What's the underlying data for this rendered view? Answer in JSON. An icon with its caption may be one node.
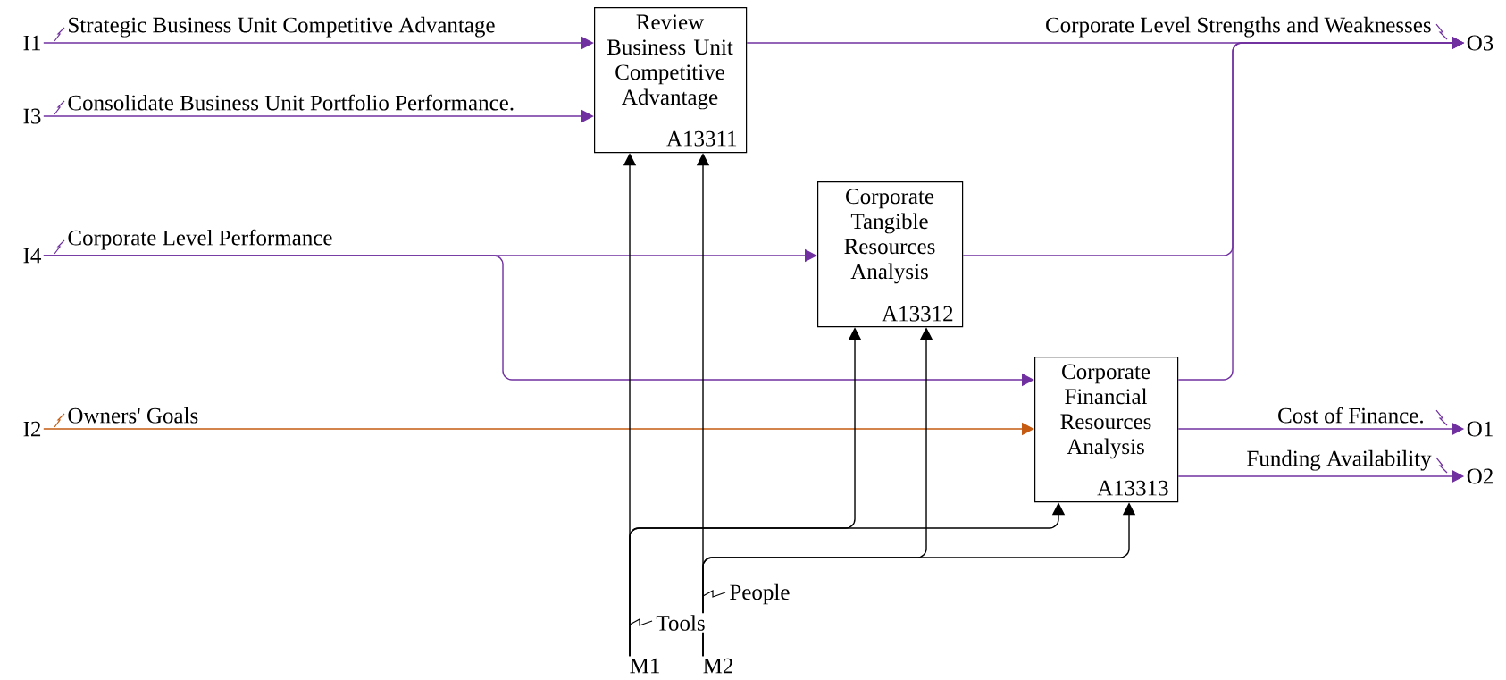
{
  "diagram": {
    "nodes": [
      {
        "text": [
          "I1"
        ]
      },
      {
        "text": [
          "I3"
        ]
      },
      {
        "text": [
          "I4"
        ]
      },
      {
        "text": [
          "I2"
        ]
      },
      {
        "text": [
          "Review Business Unit Competitive Advantage",
          "A13311"
        ]
      },
      {
        "text": [
          "Corporate Tangible Resources Analysis",
          "A13312"
        ]
      },
      {
        "text": [
          "Corporate Financial Resources Analysis",
          "A13313"
        ]
      },
      {
        "text": [
          "O3"
        ]
      },
      {
        "text": [
          "O1"
        ]
      },
      {
        "text": [
          "O2"
        ]
      },
      {
        "text": [
          "M1"
        ]
      },
      {
        "text": [
          "M2"
        ]
      }
    ],
    "edges": [
      {
        "from": 0,
        "to": 4,
        "arrow": "to",
        "label": "Strategic Business Unit Competitive Advantage"
      },
      {
        "from": 1,
        "to": 4,
        "arrow": "to",
        "label": "Consolidate Business Unit Portfolio Performance."
      },
      {
        "from": 2,
        "to": 5,
        "arrow": "to",
        "label": "Corporate Level Performance"
      },
      {
        "from": 2,
        "to": 6,
        "arrow": "to"
      },
      {
        "from": 3,
        "to": 6,
        "arrow": "to",
        "label": "Owners' Goals",
        "color": "#c55a11"
      },
      {
        "from": 4,
        "to": 7,
        "arrow": "to",
        "label": "Corporate Level Strengths and Weaknesses"
      },
      {
        "from": 5,
        "to": 7,
        "arrow": "to"
      },
      {
        "from": 6,
        "to": 7,
        "arrow": "to"
      },
      {
        "from": 6,
        "to": 8,
        "arrow": "to",
        "label": "Cost of Finance."
      },
      {
        "from": 6,
        "to": 9,
        "arrow": "to",
        "label": "Funding Availability"
      },
      {
        "from": 10,
        "to": 4,
        "arrow": "to",
        "label": "Tools",
        "color": "#000000"
      },
      {
        "from": 10,
        "to": 5,
        "arrow": "to",
        "color": "#000000"
      },
      {
        "from": 10,
        "to": 6,
        "arrow": "to",
        "color": "#000000"
      },
      {
        "from": 11,
        "to": 4,
        "arrow": "to",
        "label": "People",
        "color": "#000000"
      },
      {
        "from": 11,
        "to": 5,
        "arrow": "to",
        "color": "#000000"
      },
      {
        "from": 11,
        "to": 6,
        "arrow": "to",
        "color": "#000000"
      }
    ]
  }
}
